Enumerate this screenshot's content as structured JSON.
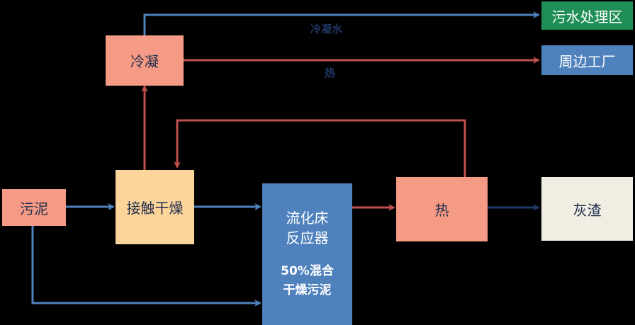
{
  "colors": {
    "background": "#000000",
    "arrow_blue": "#4F81BD",
    "arrow_red": "#C0504D",
    "arrow_navy": "#1F3864",
    "node_salmon": "#F59A84",
    "node_peach": "#FCD59A",
    "node_blue": "#4F81BD",
    "node_green": "#1F8F55",
    "node_ivory": "#F0EEE2"
  },
  "nodes": {
    "sludge": "污泥",
    "condense": "冷凝",
    "dryer": "接触干燥",
    "reactor_line1": "流化床",
    "reactor_line2": "反应器",
    "reactor_note_line1": "50%混合",
    "reactor_note_line2": "干燥污泥",
    "heat": "热",
    "ash": "灰渣",
    "wastewater": "污水处理区",
    "factory": "周边工厂"
  },
  "edges": {
    "condensate_label": "冷凝水",
    "heat_label": "热"
  }
}
